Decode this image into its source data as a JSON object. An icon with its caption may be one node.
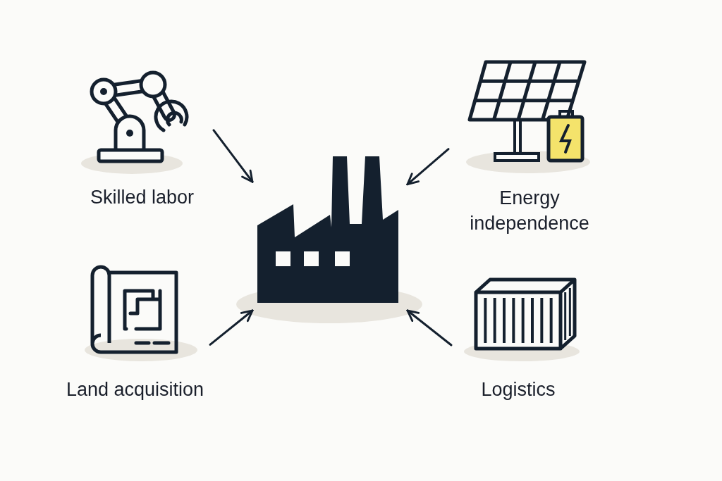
{
  "diagram": {
    "nodes": [
      {
        "text": [],
        "shape": "picture"
      },
      {
        "text": [
          "Skilled labor"
        ]
      },
      {
        "text": [
          "Energy independence"
        ]
      },
      {
        "text": [
          "Land acquisition"
        ]
      },
      {
        "text": [
          "Logistics"
        ]
      }
    ],
    "edges": [
      {
        "from": 1,
        "to": 0,
        "arrow": "to"
      },
      {
        "from": 2,
        "to": 0,
        "arrow": "to"
      },
      {
        "from": 3,
        "to": 0,
        "arrow": "to"
      },
      {
        "from": 4,
        "to": 0,
        "arrow": "to"
      }
    ]
  }
}
